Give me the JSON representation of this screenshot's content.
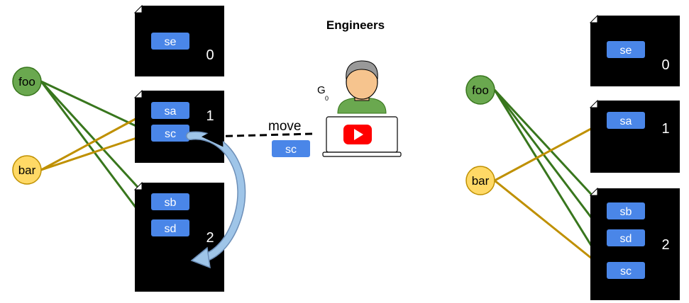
{
  "title": "Engineers",
  "engineer": {
    "label": "G",
    "subscript": "0"
  },
  "action": {
    "label": "move",
    "chip": "sc"
  },
  "left": {
    "docs": [
      {
        "number": "0",
        "chips": [
          "se"
        ]
      },
      {
        "number": "1",
        "chips": [
          "sa",
          "sc"
        ]
      },
      {
        "number": "2",
        "chips": [
          "sb",
          "sd"
        ]
      }
    ],
    "nodes": [
      "foo",
      "bar"
    ]
  },
  "right": {
    "docs": [
      {
        "number": "0",
        "chips": [
          "se"
        ]
      },
      {
        "number": "1",
        "chips": [
          "sa"
        ]
      },
      {
        "number": "2",
        "chips": [
          "sb",
          "sd",
          "sc"
        ]
      }
    ],
    "nodes": [
      "foo",
      "bar"
    ]
  },
  "colors": {
    "doc": "#000000",
    "chip": "#4a86e8",
    "foo_node": "#6aa84f",
    "bar_node": "#ffd966",
    "foo_edge": "#38761d",
    "bar_edge": "#bf9000",
    "move_arrow": "#9fc5e8"
  }
}
